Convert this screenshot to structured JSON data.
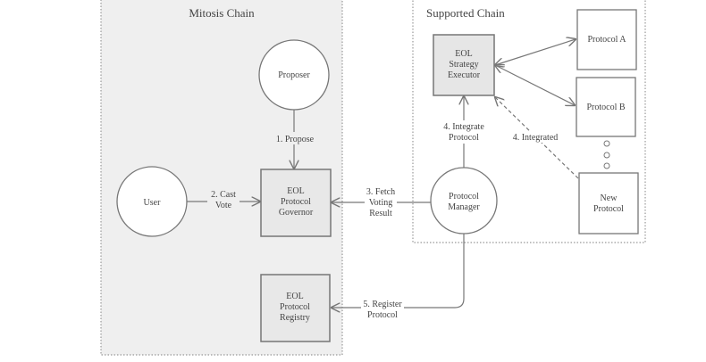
{
  "regions": {
    "mitosis": {
      "title": "Mitosis Chain",
      "fill": "#efefef"
    },
    "supported": {
      "title": "Supported Chain",
      "fill": "#ffffff"
    }
  },
  "nodes": {
    "proposer": {
      "label": [
        "Proposer"
      ],
      "shape": "circle"
    },
    "user": {
      "label": [
        "User"
      ],
      "shape": "circle"
    },
    "governor": {
      "label": [
        "EOL",
        "Protocol",
        "Governor"
      ],
      "shape": "box",
      "fill": "#e8e8e8"
    },
    "registry": {
      "label": [
        "EOL",
        "Protocol",
        "Registry"
      ],
      "shape": "box",
      "fill": "#e8e8e8"
    },
    "executor": {
      "label": [
        "EOL",
        "Strategy",
        "Executor"
      ],
      "shape": "box",
      "fill": "#e6e6e6"
    },
    "manager": {
      "label": [
        "Protocol",
        "Manager"
      ],
      "shape": "circle"
    },
    "protocol_a": {
      "label": [
        "Protocol A"
      ],
      "shape": "box",
      "fill": "#ffffff"
    },
    "protocol_b": {
      "label": [
        "Protocol B"
      ],
      "shape": "box",
      "fill": "#ffffff"
    },
    "new_protocol": {
      "label": [
        "New",
        "Protocol"
      ],
      "shape": "box",
      "fill": "#ffffff"
    }
  },
  "edges": {
    "propose": {
      "label": [
        "1. Propose"
      ],
      "from": "proposer",
      "to": "governor"
    },
    "cast_vote": {
      "label": [
        "2. Cast",
        "Vote"
      ],
      "from": "user",
      "to": "governor"
    },
    "fetch": {
      "label": [
        "3. Fetch",
        "Voting",
        "Result"
      ],
      "from": "manager",
      "to": "governor"
    },
    "integrate": {
      "label": [
        "4. Integrate",
        "Protocol"
      ],
      "from": "manager",
      "to": "executor"
    },
    "integrated": {
      "label": [
        "4. Integrated"
      ],
      "from": "new_protocol",
      "to": "executor",
      "style": "dashed"
    },
    "register": {
      "label": [
        "5. Register",
        "Protocol"
      ],
      "from": "manager",
      "to": "registry"
    },
    "exec_a": {
      "label": [],
      "from": "executor",
      "to": "protocol_a",
      "style": "bidirectional"
    },
    "exec_b": {
      "label": [],
      "from": "executor",
      "to": "protocol_b",
      "style": "bidirectional"
    }
  },
  "colors": {
    "stroke": "#777777",
    "text": "#444444"
  }
}
